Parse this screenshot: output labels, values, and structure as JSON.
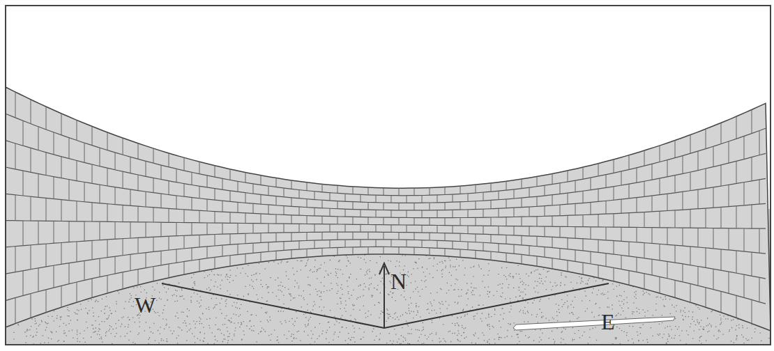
{
  "diagram": {
    "labels": [
      "W",
      "N",
      "E"
    ]
  }
}
